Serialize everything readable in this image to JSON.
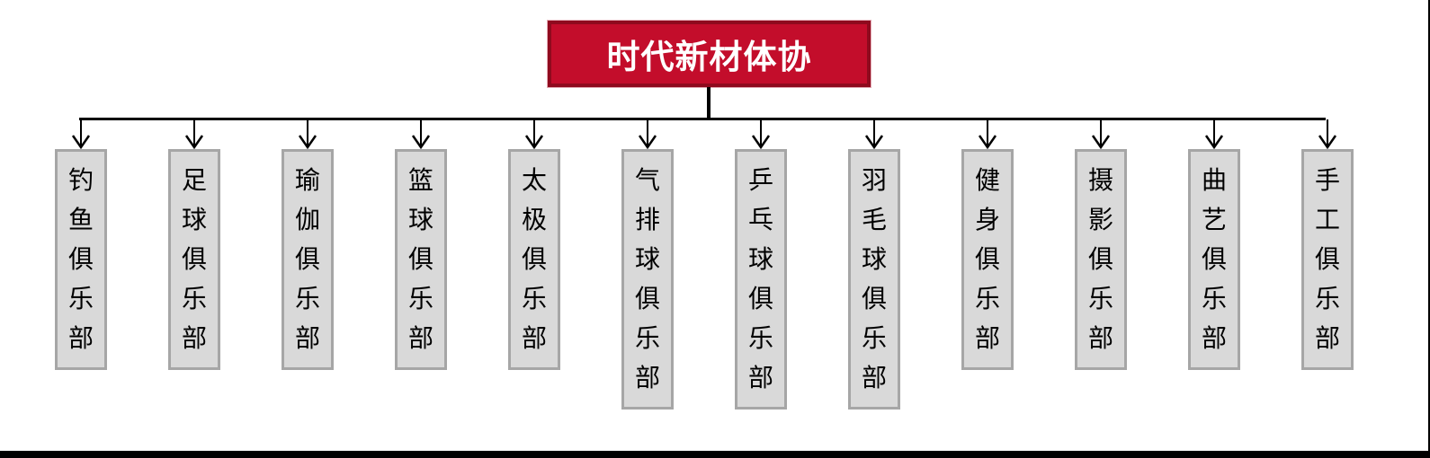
{
  "org_chart": {
    "root": {
      "label": "时代新材体协"
    },
    "children": [
      {
        "label": "钓鱼俱乐部"
      },
      {
        "label": "足球俱乐部"
      },
      {
        "label": "瑜伽俱乐部"
      },
      {
        "label": "篮球俱乐部"
      },
      {
        "label": "太极俱乐部"
      },
      {
        "label": "气排球俱乐部"
      },
      {
        "label": "乒乓球俱乐部"
      },
      {
        "label": "羽毛球俱乐部"
      },
      {
        "label": "健身俱乐部"
      },
      {
        "label": "摄影俱乐部"
      },
      {
        "label": "曲艺俱乐部"
      },
      {
        "label": "手工俱乐部"
      }
    ],
    "colors": {
      "root_fill": "#c30d2b",
      "root_border": "#8f0a1e",
      "root_text": "#ffffff",
      "child_fill": "#d9d9d9",
      "child_border": "#a6a6a6",
      "child_text": "#000000",
      "connector": "#000000"
    }
  }
}
